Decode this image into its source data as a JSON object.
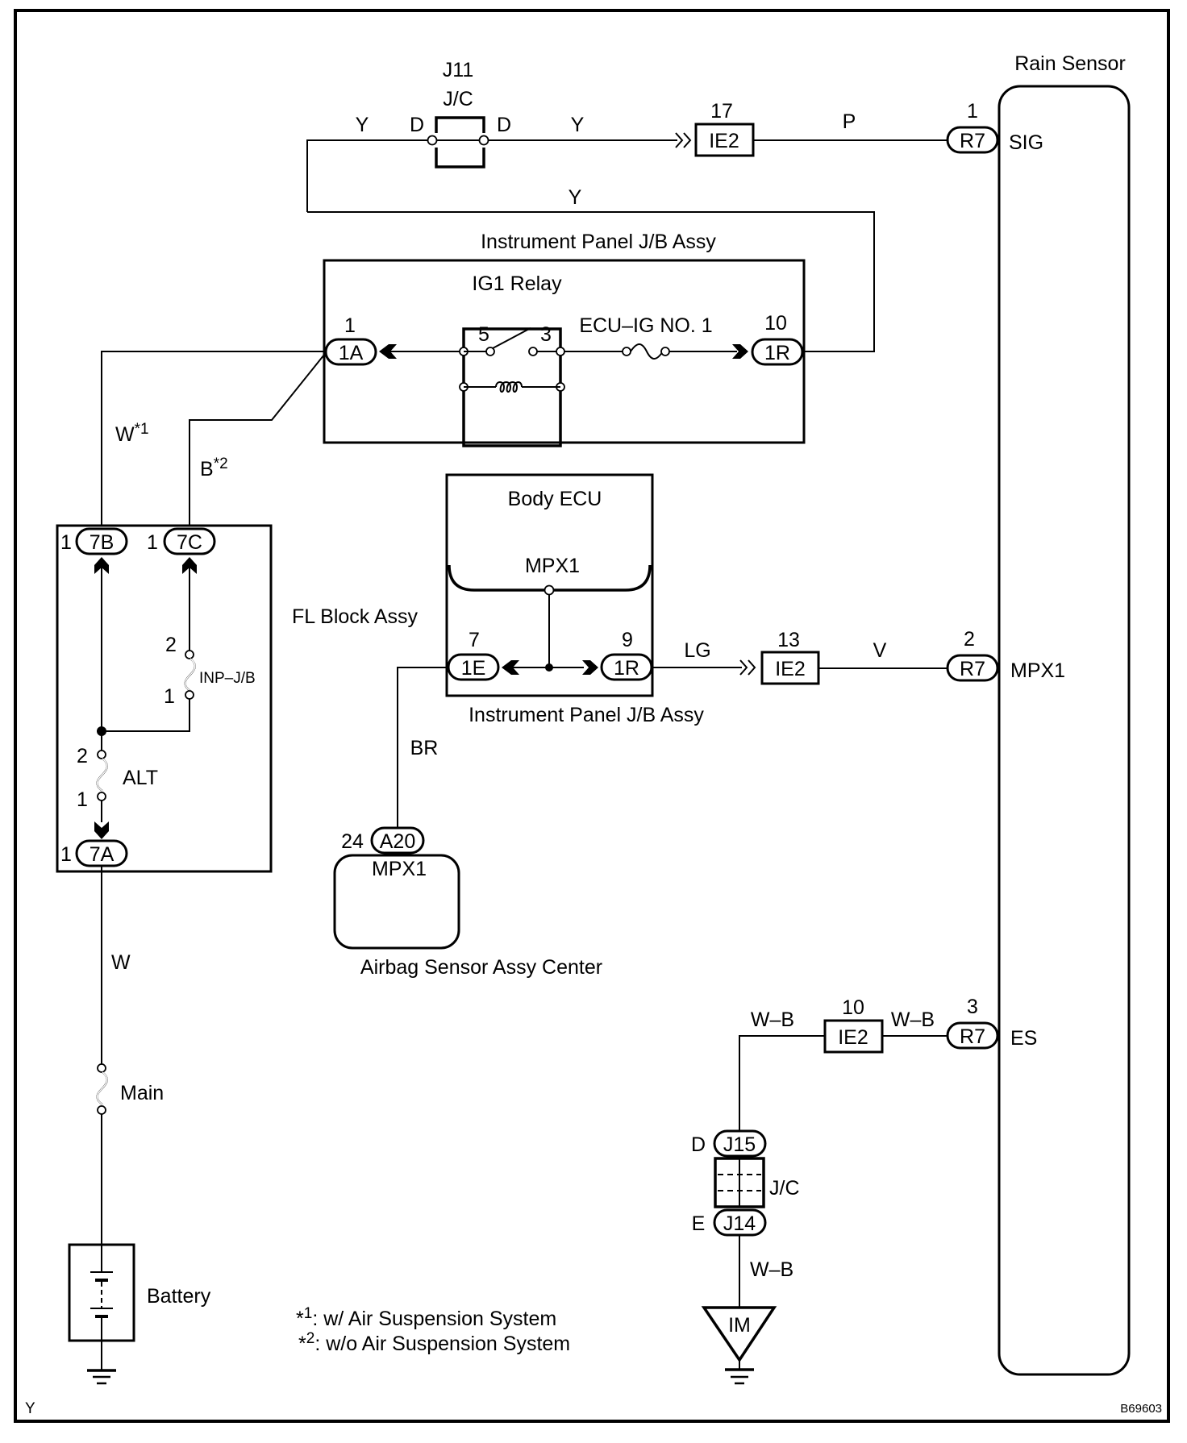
{
  "diagram": {
    "figure_id": "B69603",
    "corner_label": "Y",
    "footnotes": [
      {
        "mark": "*",
        "sup": "1",
        "text": ": w/ Air Suspension System"
      },
      {
        "mark": "*",
        "sup": "2",
        "text": ": w/o Air Suspension System"
      }
    ]
  },
  "components": {
    "j11": {
      "name": "J11",
      "type": "J/C",
      "pin_left": "D",
      "pin_right": "D"
    },
    "ie2_top": {
      "code": "IE2",
      "pin": "17"
    },
    "rain_sensor": {
      "title": "Rain Sensor",
      "pins": [
        {
          "connector": "R7",
          "pin": "1",
          "signal": "SIG"
        },
        {
          "connector": "R7",
          "pin": "2",
          "signal": "MPX1"
        },
        {
          "connector": "R7",
          "pin": "3",
          "signal": "ES"
        }
      ]
    },
    "ip_jb_top": {
      "title": "Instrument Panel J/B Assy",
      "relay": "IG1 Relay",
      "relay_pin_a": "5",
      "relay_pin_b": "3",
      "fuse": "ECU–IG NO. 1",
      "conn_left": {
        "code": "1A",
        "pin": "1"
      },
      "conn_right": {
        "code": "1R",
        "pin": "10"
      }
    },
    "body_ecu": {
      "title": "Body ECU",
      "terminal": "MPX1",
      "assy_label": "Instrument Panel J/B Assy",
      "conn_left": {
        "code": "1E",
        "pin": "7"
      },
      "conn_right": {
        "code": "1R",
        "pin": "9"
      }
    },
    "ie2_mid": {
      "code": "IE2",
      "pin": "13"
    },
    "fl_block": {
      "title": "FL Block Assy",
      "conn_7b": {
        "code": "7B",
        "pin": "1"
      },
      "conn_7c": {
        "code": "7C",
        "pin": "1"
      },
      "conn_7a": {
        "code": "7A",
        "pin": "1"
      },
      "fuse_inp": {
        "name": "INP–J/B",
        "pin_top": "2",
        "pin_bottom": "1"
      },
      "fuse_alt": {
        "name": "ALT",
        "pin_top": "2",
        "pin_bottom": "1"
      }
    },
    "main_fuse": {
      "name": "Main"
    },
    "battery": {
      "name": "Battery"
    },
    "airbag": {
      "title": "Airbag Sensor Assy Center",
      "terminal": "MPX1",
      "connector": "A20",
      "pin": "24"
    },
    "ie2_bottom": {
      "code": "IE2",
      "pin": "10"
    },
    "jc_bottom": {
      "label": "J/C",
      "top": {
        "code": "J15",
        "pin": "D"
      },
      "bottom": {
        "code": "J14",
        "pin": "E"
      }
    },
    "ground_point": {
      "code": "IM"
    }
  },
  "wires": {
    "y_left": "Y",
    "y_right": "Y",
    "y_return": "Y",
    "p": "P",
    "w_alt_main": "W",
    "w_sup1": "W",
    "w_sup1_mark": "*1",
    "b_sup2": "B",
    "b_sup2_mark": "*2",
    "lg": "LG",
    "v": "V",
    "br": "BR",
    "wb_1": "W–B",
    "wb_2": "W–B",
    "wb_3": "W–B"
  }
}
